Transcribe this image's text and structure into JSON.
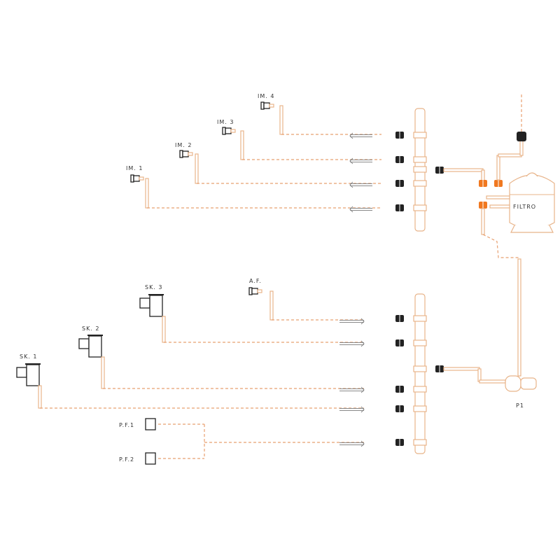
{
  "diagram": {
    "title": "Pool hydraulic plumbing scheme",
    "colors": {
      "pipe": "#e8b48a",
      "dashed": "#e8a070",
      "valve": "#222222",
      "orange_valve": "#f07820"
    },
    "inlets": [
      {
        "label": "IM. 1"
      },
      {
        "label": "IM. 2"
      },
      {
        "label": "IM. 3"
      },
      {
        "label": "IM. 4"
      }
    ],
    "filter": {
      "label": "FILTRO"
    },
    "suction": [
      {
        "label": "A.F."
      },
      {
        "label": "SK. 3"
      },
      {
        "label": "SK. 2"
      },
      {
        "label": "SK. 1"
      },
      {
        "label": "P.F.1"
      },
      {
        "label": "P.F.2"
      }
    ],
    "pump": {
      "label": "P1"
    }
  }
}
